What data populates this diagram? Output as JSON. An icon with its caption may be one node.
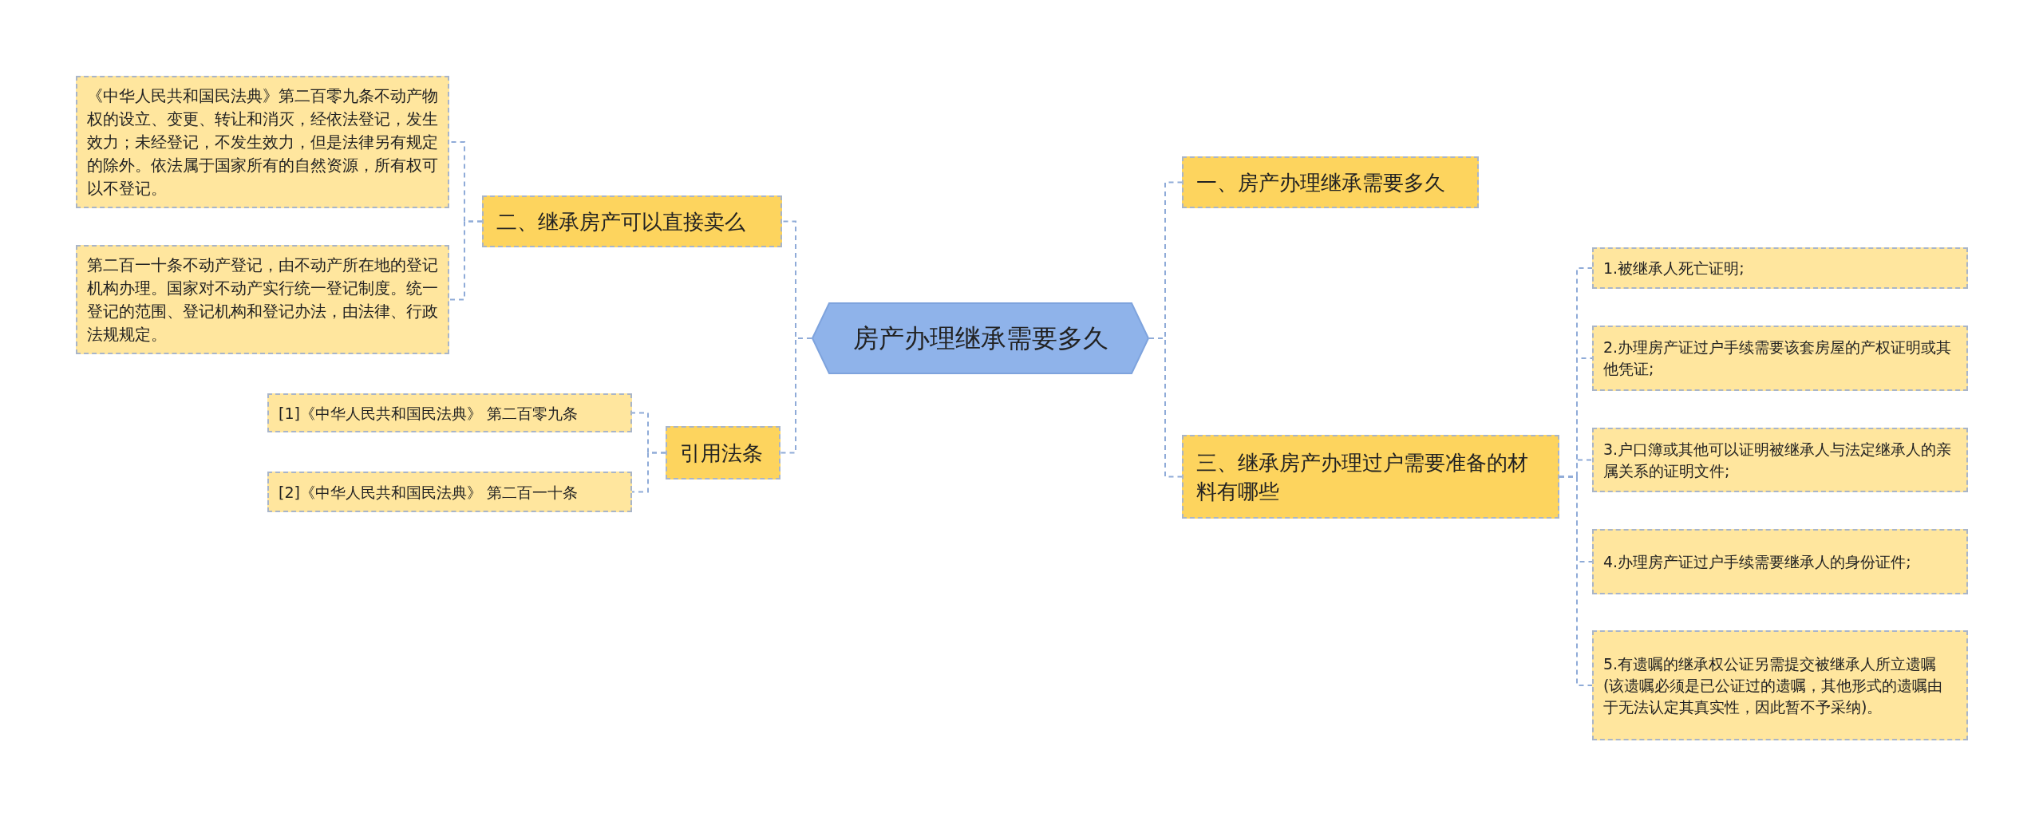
{
  "diagram": {
    "nodes": [
      {
        "text": [
          "房产办理继承需要多久"
        ]
      },
      {
        "text": [
          "一、房产办理继承需要多久"
        ]
      },
      {
        "text": [
          "三、继承房产办理过户需要准备的材料有哪些"
        ]
      },
      {
        "text": [
          "1.被继承人死亡证明;"
        ]
      },
      {
        "text": [
          "2.办理房产证过户手续需要该套房屋的产权证明或其他凭证;"
        ]
      },
      {
        "text": [
          "3.户口簿或其他可以证明被继承人与法定继承人的亲属关系的证明文件;"
        ]
      },
      {
        "text": [
          "4.办理房产证过户手续需要继承人的身份证件;"
        ]
      },
      {
        "text": [
          "5.有遗嘱的继承权公证另需提交被继承人所立遗嘱(该遗嘱必须是已公证过的遗嘱，其他形式的遗嘱由于无法认定其真实性，因此暂不予采纳)。"
        ]
      },
      {
        "text": [
          "二、继承房产可以直接卖么"
        ]
      },
      {
        "text": [
          "《中华人民共和国民法典》第二百零九条不动产物权的设立、变更、转让和消灭，经依法登记，发生效力；未经登记，不发生效力，但是法律另有规定的除外。依法属于国家所有的自然资源，所有权可以不登记。"
        ]
      },
      {
        "text": [
          "第二百一十条不动产登记，由不动产所在地的登记机构办理。国家对不动产实行统一登记制度。统一登记的范围、登记机构和登记办法，由法律、行政法规规定。"
        ]
      },
      {
        "text": [
          "引用法条"
        ]
      },
      {
        "text": [
          "[1]《中华人民共和国民法典》 第二百零九条"
        ]
      },
      {
        "text": [
          "[2]《中华人民共和国民法典》 第二百一十条"
        ]
      }
    ],
    "edges": [
      {
        "from": 0,
        "to": 1,
        "arrow": "none"
      },
      {
        "from": 0,
        "to": 2,
        "arrow": "none"
      },
      {
        "from": 2,
        "to": 3,
        "arrow": "none"
      },
      {
        "from": 2,
        "to": 4,
        "arrow": "none"
      },
      {
        "from": 2,
        "to": 5,
        "arrow": "none"
      },
      {
        "from": 2,
        "to": 6,
        "arrow": "none"
      },
      {
        "from": 2,
        "to": 7,
        "arrow": "none"
      },
      {
        "from": 0,
        "to": 8,
        "arrow": "none"
      },
      {
        "from": 8,
        "to": 9,
        "arrow": "none"
      },
      {
        "from": 8,
        "to": 10,
        "arrow": "none"
      },
      {
        "from": 0,
        "to": 11,
        "arrow": "none"
      },
      {
        "from": 11,
        "to": 12,
        "arrow": "none"
      },
      {
        "from": 11,
        "to": 13,
        "arrow": "none"
      }
    ]
  }
}
